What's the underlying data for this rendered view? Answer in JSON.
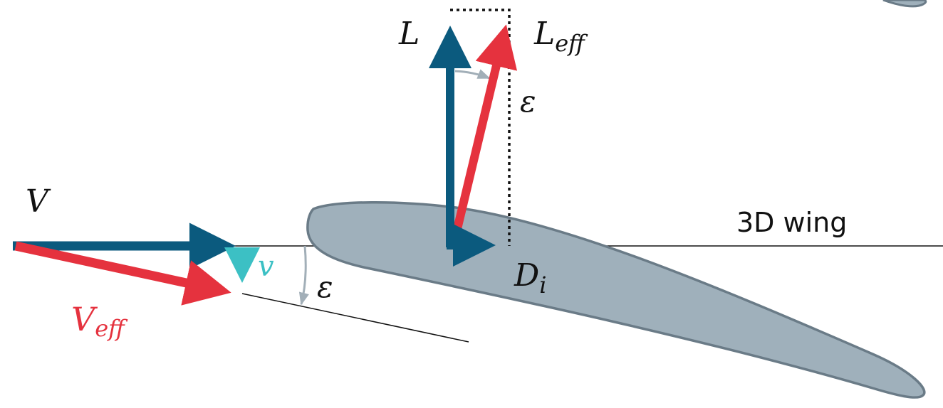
{
  "labels": {
    "V": "V",
    "V_eff_main": "V",
    "V_eff_sub": "eff",
    "v": "v",
    "epsilon_lower": "ε",
    "epsilon_upper": "ε",
    "L": "L",
    "L_eff_main": "L",
    "L_eff_sub": "eff",
    "D_i_main": "D",
    "D_i_sub": "i",
    "wing_label": "3D wing"
  },
  "colors": {
    "dark_blue": "#0b5a7e",
    "red": "#e5323e",
    "teal": "#3cc0c4",
    "light_gray_blue": "#a2afb8",
    "airfoil_fill": "#9fb0bb",
    "airfoil_stroke": "#6a7b87",
    "text": "#111111",
    "line": "#111111"
  }
}
